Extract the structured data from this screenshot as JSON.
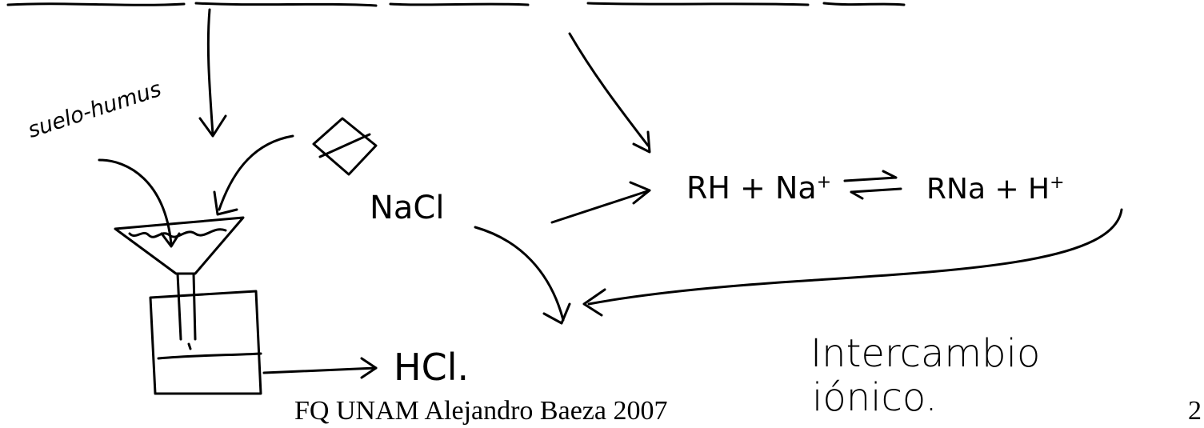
{
  "diagram": {
    "soil_label": "suelo-humus",
    "salt_label": "NaCl",
    "equation_left": "RH + Na",
    "equation_sup": "+",
    "equation_arrow": "⇄",
    "equation_right": "RNa + H",
    "equation_right_sup": "+",
    "product_label": "HCl.",
    "title_line1": "Intercambio",
    "title_line2": "iónico."
  },
  "footer": {
    "credit": "FQ UNAM Alejandro Baeza 2007",
    "page_number": "2"
  }
}
